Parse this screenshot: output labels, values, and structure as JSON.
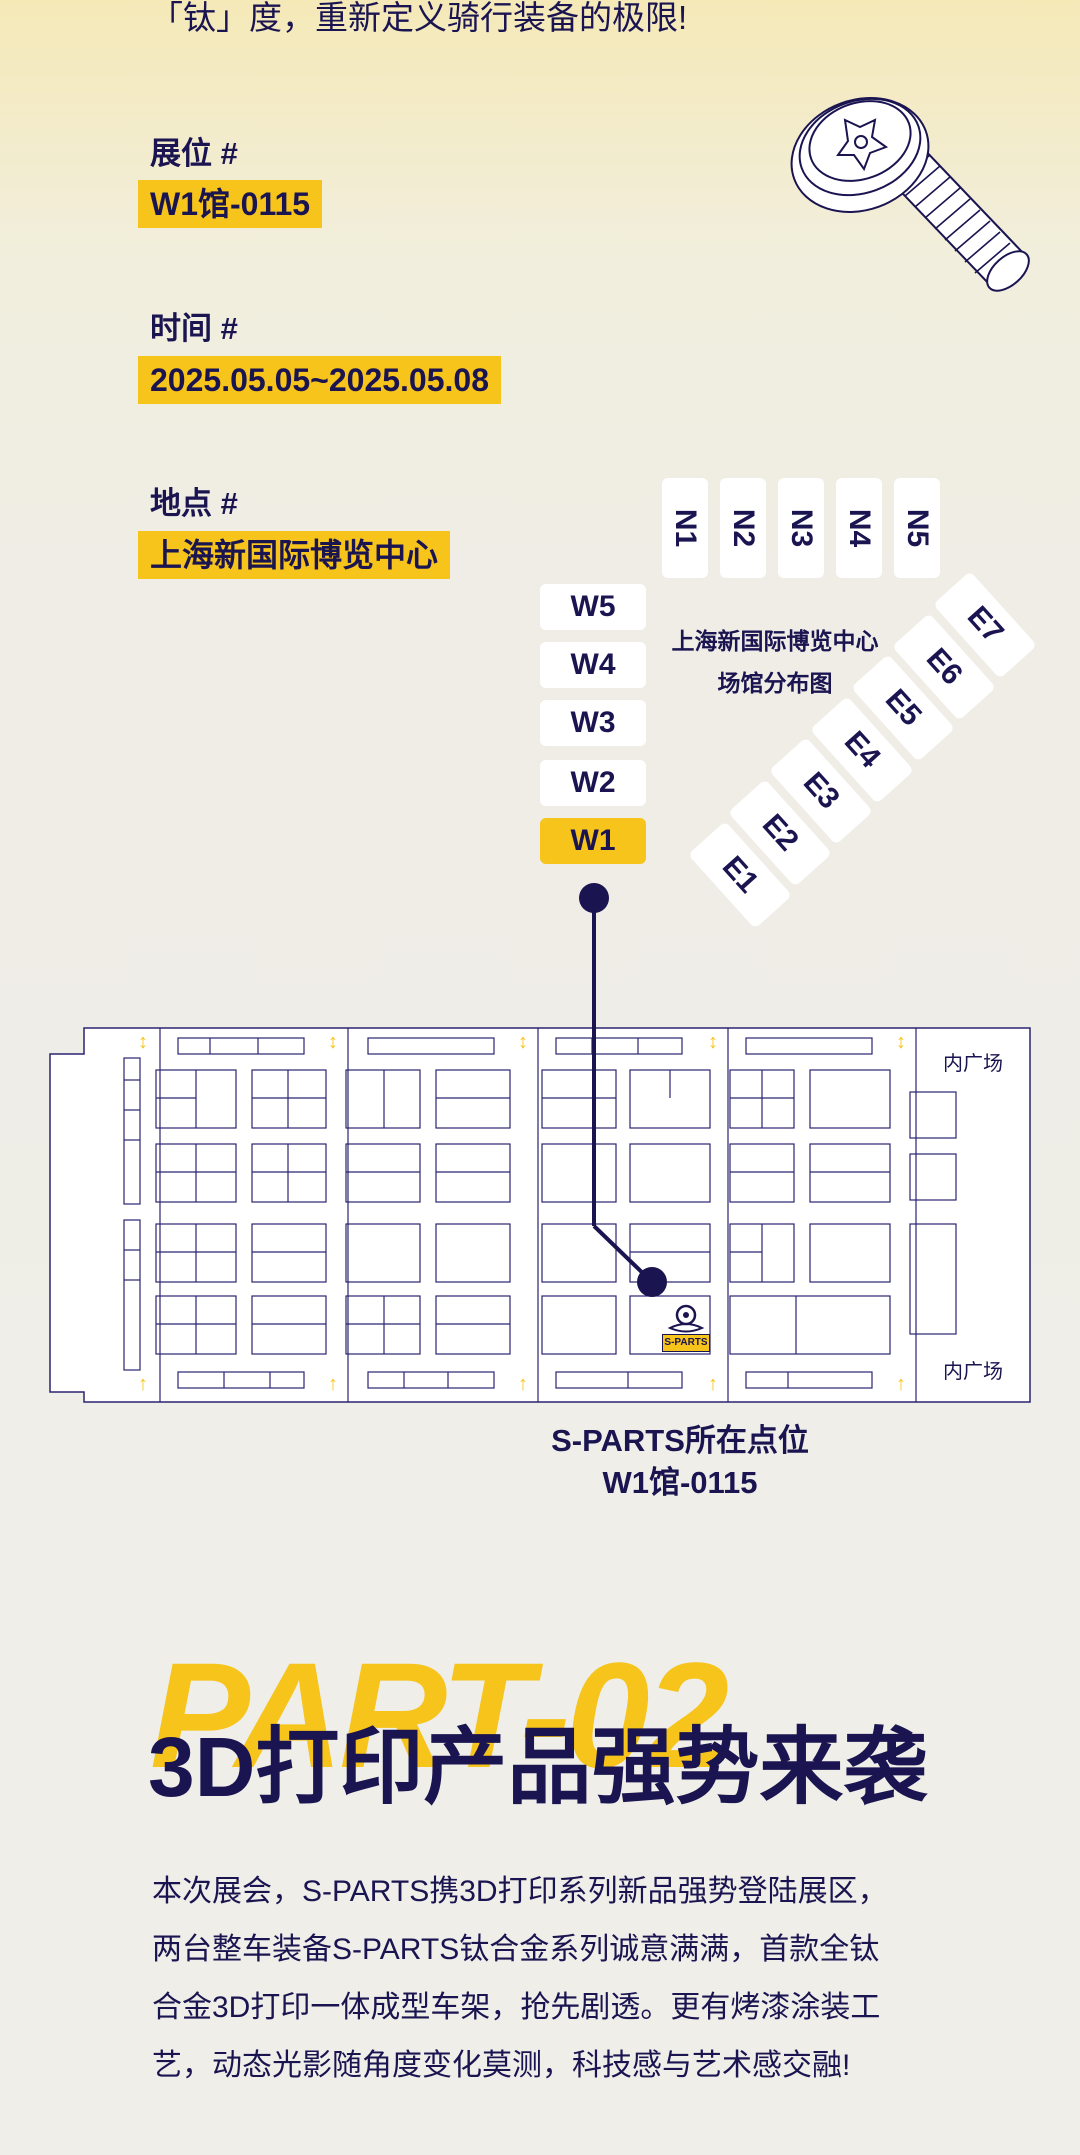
{
  "intro_line": "「钛」度，重新定义骑行装备的极限!",
  "booth": {
    "label": "展位 #",
    "value": "W1馆-0115"
  },
  "time": {
    "label": "时间 #",
    "value": "2025.05.05~2025.05.08"
  },
  "place": {
    "label": "地点 #",
    "value": "上海新国际博览中心"
  },
  "map": {
    "title_line1": "上海新国际博览中心",
    "title_line2": "场馆分布图",
    "north_halls": [
      "N1",
      "N2",
      "N3",
      "N4",
      "N5"
    ],
    "west_halls": [
      "W5",
      "W4",
      "W3",
      "W2",
      "W1"
    ],
    "east_halls": [
      "E1",
      "E2",
      "E3",
      "E4",
      "E5",
      "E6",
      "E7"
    ],
    "active_hall": "W1",
    "plaza_top": "内广场",
    "plaza_bottom": "内广场",
    "logo_text": "S-PARTS"
  },
  "location_caption": {
    "line1": "S-PARTS所在点位",
    "line2": "W1馆-0115"
  },
  "part2": {
    "part_label": "PART-02",
    "heading": "3D打印产品强势来袭",
    "paragraph": [
      "本次展会，S-PARTS携3D打印系列新品强势登陆展区，",
      "两台整车装备S-PARTS钛合金系列诚意满满，首款全钛",
      "合金3D打印一体成型车架，抢先剧透。更有烤漆涂装工",
      "艺，动态光影随角度变化莫测，科技感与艺术感交融!"
    ]
  },
  "colors": {
    "accent": "#f6c41a",
    "ink": "#1a1450",
    "background": "#efede6"
  },
  "icons": [
    "screw-illustration",
    "location-pin-icon",
    "elevator-arrow-icon"
  ]
}
